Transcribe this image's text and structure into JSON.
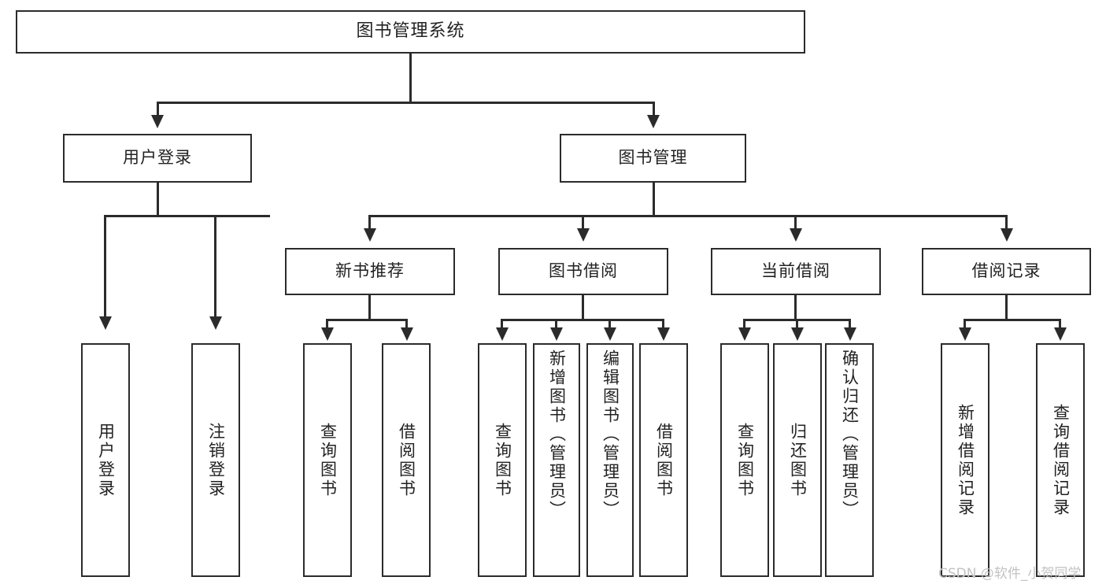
{
  "diagram": {
    "type": "tree",
    "title": "图书管理系统",
    "root": {
      "label": "图书管理系统"
    },
    "level2": [
      {
        "label": "用户登录"
      },
      {
        "label": "图书管理"
      }
    ],
    "level3": [
      {
        "label": "新书推荐"
      },
      {
        "label": "图书借阅"
      },
      {
        "label": "当前借阅"
      },
      {
        "label": "借阅记录"
      }
    ],
    "leaves": {
      "user_login": [
        {
          "label": "用户登录"
        },
        {
          "label": "注销登录"
        }
      ],
      "new_book_recommend": [
        {
          "label": "查询图书"
        },
        {
          "label": "借阅图书"
        }
      ],
      "book_borrow": [
        {
          "label": "查询图书"
        },
        {
          "label": "新增图书（管理员）"
        },
        {
          "label": "编辑图书（管理员）"
        },
        {
          "label": "借阅图书"
        }
      ],
      "current_borrow": [
        {
          "label": "查询图书"
        },
        {
          "label": "归还图书"
        },
        {
          "label": "确认归还（管理员）"
        }
      ],
      "borrow_record": [
        {
          "label": "新增借阅记录"
        },
        {
          "label": "查询借阅记录"
        }
      ]
    }
  },
  "watermark": {
    "text": "CSDN @软件_小贺同学"
  },
  "colors": {
    "stroke": "#2b2b2b",
    "background": "#ffffff",
    "text": "#222222",
    "watermark": "#c2c2c2"
  }
}
